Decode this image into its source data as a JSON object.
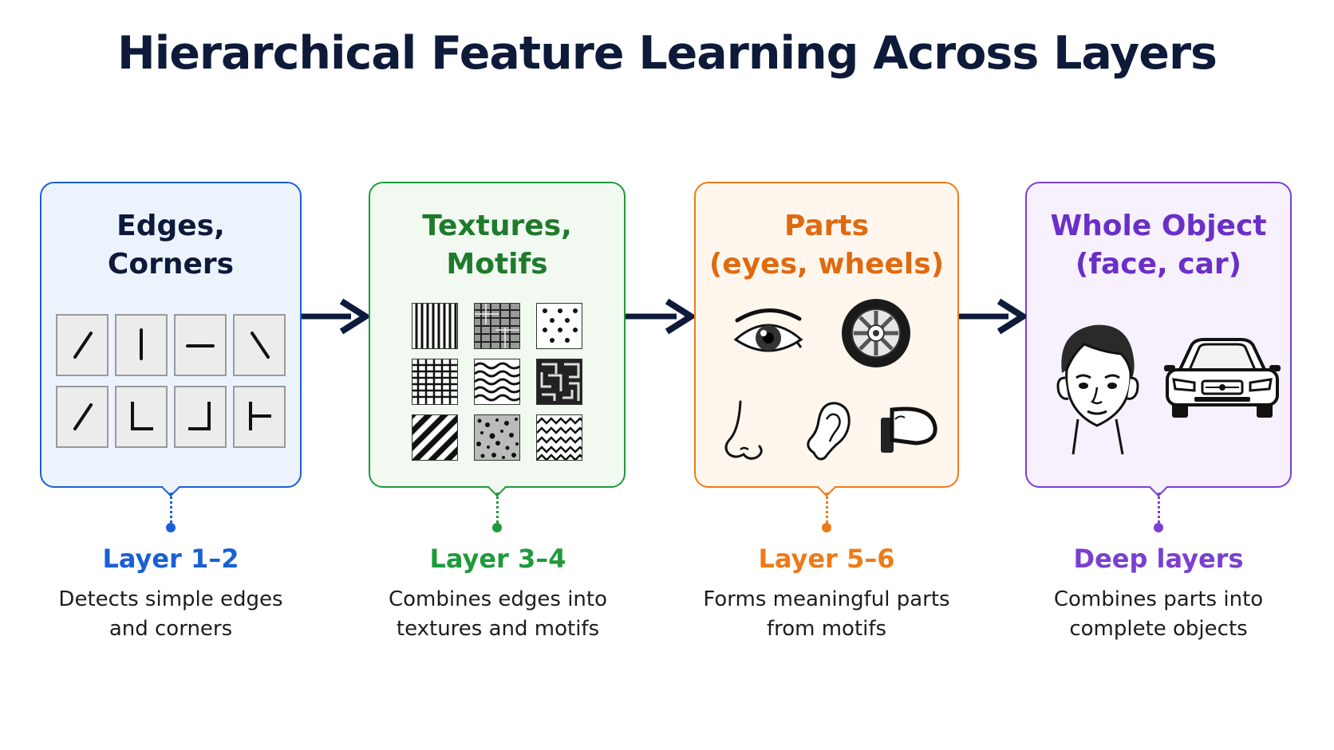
{
  "title": "Hierarchical Feature Learning Across Layers",
  "stages": [
    {
      "title_line1": "Edges,",
      "title_line2": "Corners",
      "layer": "Layer 1–2",
      "desc_line1": "Detects simple edges",
      "desc_line2": "and corners",
      "accent": "#1a5fd6",
      "fill": "#edf3fd",
      "title_color": "#0e1a3a"
    },
    {
      "title_line1": "Textures,",
      "title_line2": "Motifs",
      "layer": "Layer 3–4",
      "desc_line1": "Combines edges into",
      "desc_line2": "textures and motifs",
      "accent": "#1f9a3a",
      "fill": "#f1f9f1",
      "title_color": "#1f7a2c"
    },
    {
      "title_line1": "Parts",
      "title_line2": "(eyes, wheels)",
      "layer": "Layer 5–6",
      "desc_line1": "Forms meaningful parts",
      "desc_line2": "from motifs",
      "accent": "#ee7a18",
      "fill": "#fff7ee",
      "title_color": "#e06a10"
    },
    {
      "title_line1": "Whole Object",
      "title_line2": "(face, car)",
      "layer": "Deep layers",
      "desc_line1": "Combines parts into",
      "desc_line2": "complete objects",
      "accent": "#7a3fd0",
      "fill": "#f6f1fc",
      "title_color": "#6a2fc8"
    }
  ],
  "icons": {
    "edge_tiles": [
      "diagonal-edge-icon",
      "vertical-edge-icon",
      "horizontal-edge-icon",
      "anti-diagonal-edge-icon",
      "diagonal-edge-icon",
      "corner-bottom-left-icon",
      "corner-bottom-right-icon",
      "t-junction-icon"
    ],
    "texture_swatches": [
      "vertical-stripes-icon",
      "crosshatch-texture-icon",
      "dot-pattern-icon",
      "grid-texture-icon",
      "wavy-texture-icon",
      "maze-texture-icon",
      "diagonal-stripes-icon",
      "speckle-texture-icon",
      "zigzag-texture-icon"
    ],
    "parts": [
      "eye-icon",
      "wheel-icon",
      "nose-icon",
      "ear-icon",
      "side-mirror-icon"
    ],
    "objects": [
      "face-icon",
      "car-icon"
    ]
  },
  "colors": {
    "arrow": "#0e1a3a"
  }
}
